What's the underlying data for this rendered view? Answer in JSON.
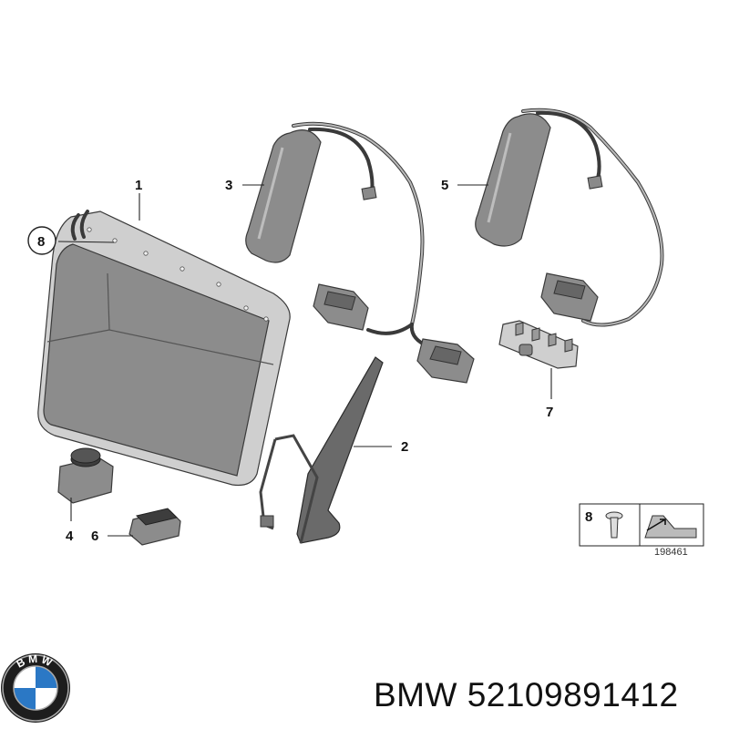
{
  "callouts": {
    "c1": "1",
    "c2": "2",
    "c3": "3",
    "c4": "4",
    "c5": "5",
    "c6": "6",
    "c7": "7",
    "c8": "8",
    "legend_8": "8"
  },
  "legend": {
    "code": "198461"
  },
  "logo": {
    "text": "BMW"
  },
  "footer": {
    "text": "BMW 52109891412"
  }
}
